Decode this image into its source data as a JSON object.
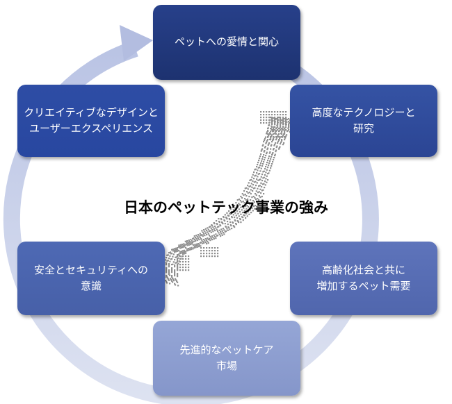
{
  "diagram": {
    "center_title": "日本のペットテック事業の強み",
    "nodes": [
      {
        "id": "top",
        "label": "ペットへの愛情と関心"
      },
      {
        "id": "top-right",
        "label": "高度なテクノロジーと\n研究"
      },
      {
        "id": "bottom-right",
        "label": "高齢化社会と共に\n増加するペット需要"
      },
      {
        "id": "bottom",
        "label": "先進的なペットケア\n市場"
      },
      {
        "id": "bottom-left",
        "label": "安全とセキュリティへの\n意識"
      },
      {
        "id": "top-left",
        "label": "クリエイティブなデザインと\nユーザーエクスペリエンス"
      }
    ],
    "colors": {
      "ring": "#c9d0e8",
      "map_dots": "#8f8f8f",
      "text_on_boxes": "#ffffff"
    }
  }
}
